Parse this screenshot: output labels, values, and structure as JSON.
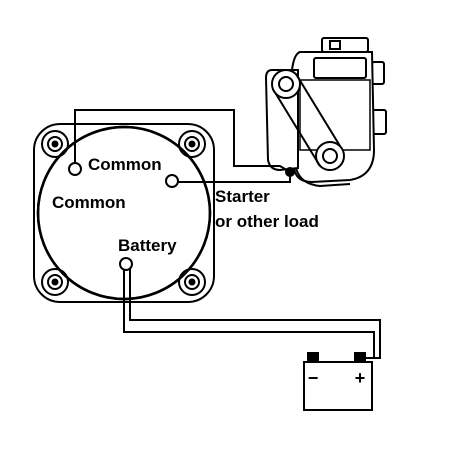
{
  "labels": {
    "common_upper": "Common",
    "common_left": "Common",
    "starter_line1": "Starter",
    "starter_line2": "or other load",
    "battery": "Battery"
  },
  "battery_terminals": {
    "negative": "−",
    "positive": "+"
  },
  "colors": {
    "ink": "#000000",
    "background": "#ffffff"
  }
}
